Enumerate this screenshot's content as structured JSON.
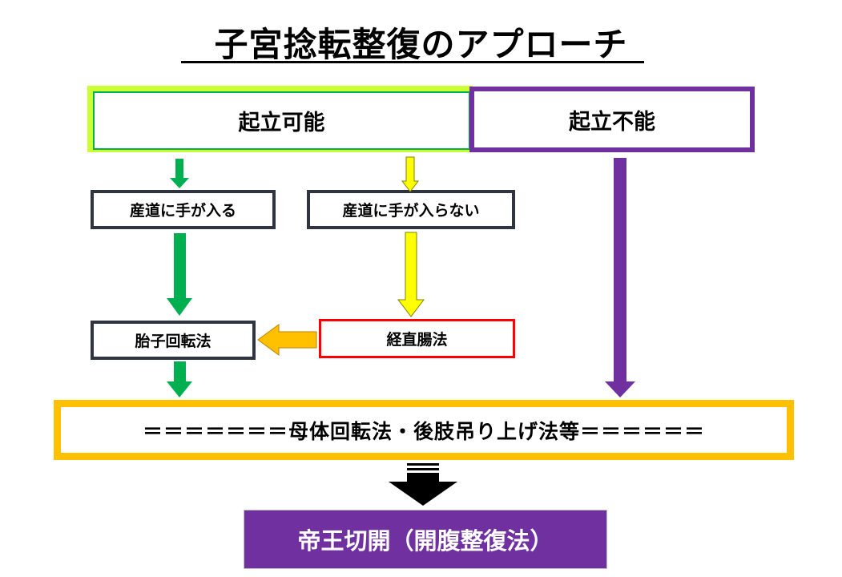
{
  "title": "子宮捻転整復のアプローチ",
  "nodes": {
    "standing_possible": "起立可能",
    "standing_impossible": "起立不能",
    "hand_enters": "産道に手が入る",
    "hand_not_enter": "産道に手が入らない",
    "fetal_rotation": "胎子回転法",
    "transrectal": "経直腸法",
    "maternal_methods": "＝＝＝＝＝＝＝母体回転法・後肢吊り上げ法等＝＝＝＝＝＝",
    "cesarean": "帝王切開（開腹整復法）"
  },
  "colors": {
    "green": "#00b050",
    "yellow": "#ffff00",
    "purple": "#7030a0",
    "orange": "#ffc000",
    "red": "#ff0000",
    "lime": "#ccff33"
  }
}
